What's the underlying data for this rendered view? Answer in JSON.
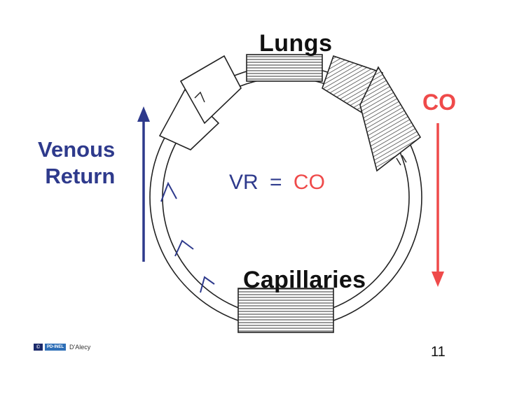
{
  "labels": {
    "lungs": "Lungs",
    "capillaries": "Capillaries",
    "cardiac_output": "CO",
    "venous_return_line1": "Venous",
    "venous_return_line2": "Return"
  },
  "equation": {
    "lhs": "VR",
    "operator": "=",
    "rhs": "CO"
  },
  "footer": {
    "cc_badge": "©",
    "license_badge": "PD-INEL",
    "author": "D'Alecy"
  },
  "page_number": "11",
  "colors": {
    "venous_blue": "#2e3a8c",
    "output_red": "#ef4a4a",
    "line": "#222222"
  },
  "icons": {
    "venous_arrow": "arrow-up-icon",
    "output_arrow": "arrow-down-icon",
    "valves": "valve-chevron-icon"
  }
}
